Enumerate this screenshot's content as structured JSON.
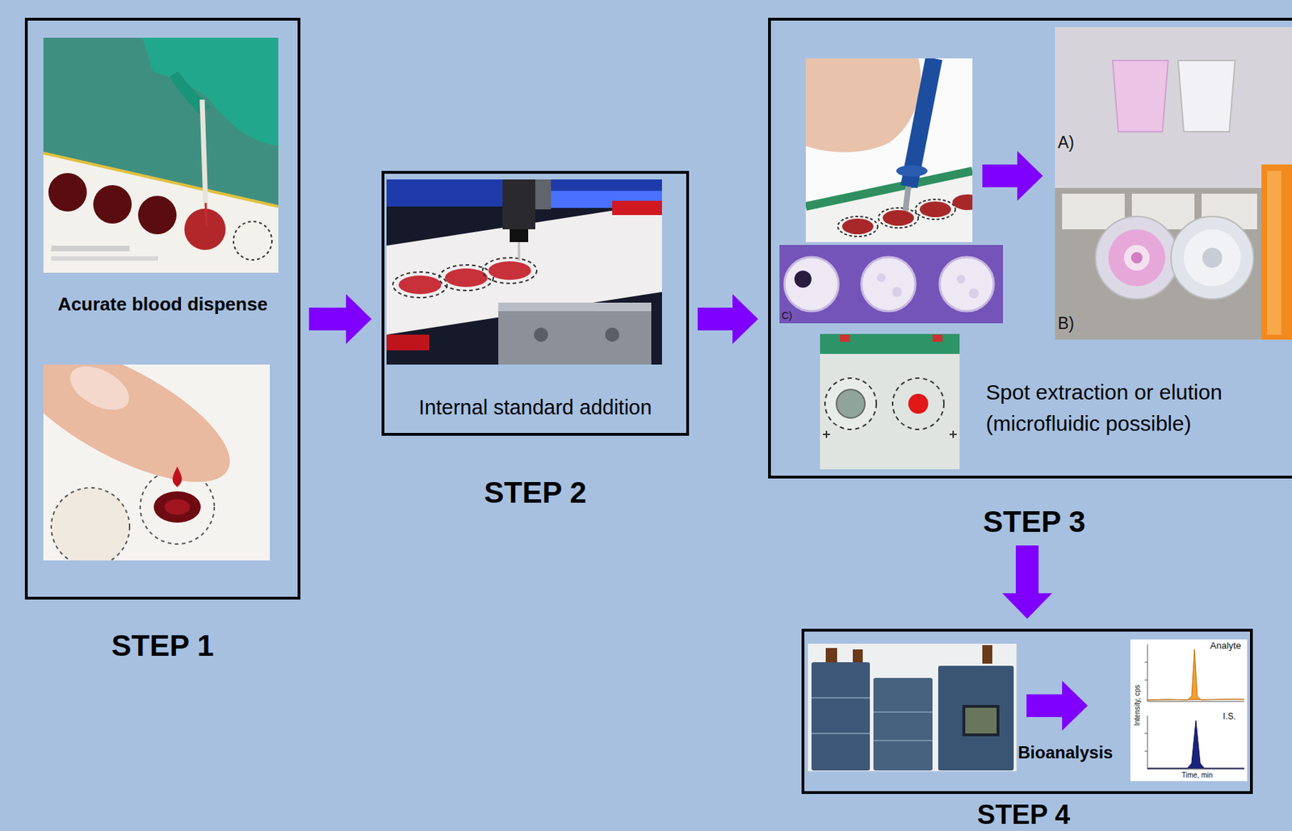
{
  "diagram": {
    "nodes": [
      {
        "text": [
          "Acurate blood dispense",
          "STEP 1"
        ]
      },
      {
        "text": [
          "Internal standard addition",
          "STEP 2"
        ]
      },
      {
        "text": [
          "Spot extraction or elution (microfluidic possible)",
          "STEP 3"
        ]
      },
      {
        "text": [
          "Bioanalysis",
          "STEP 4"
        ]
      }
    ],
    "edges": [
      {
        "from": 0,
        "to": 1,
        "arrow": "to"
      },
      {
        "from": 1,
        "to": 2,
        "arrow": "to"
      },
      {
        "from": 2,
        "to": 3,
        "arrow": "to"
      }
    ],
    "labels": [
      "A)",
      "B)",
      "C)",
      "Analyte",
      "I.S.",
      "Intensity, cps",
      "Time, min"
    ]
  }
}
